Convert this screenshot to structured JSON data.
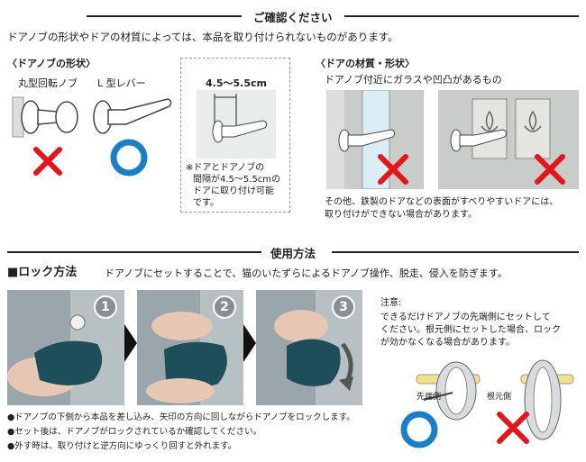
{
  "confirm_section": {
    "title": "ご確認ください",
    "intro": "ドアノブの形状やドアの材質によっては、本品を取り付けられないものがあります。"
  },
  "knob_shape": {
    "heading": "〈ドアノブの形状〉",
    "round_label": "丸型回転ノブ",
    "lever_label": "L 型レバー",
    "measure": "4.5〜5.5cm",
    "note_1": "※ドアとドアノブの",
    "note_2": "間隔が4.5〜5.5cmの",
    "note_3": "ドアに取り付け可能",
    "note_4": "です。"
  },
  "door_material": {
    "heading": "〈ドアの材質・形状〉",
    "sub": "ドアノブ付近にガラスや凹凸があるもの",
    "note_1": "その他、鉄製のドアなどの表面がすべりやすいドアには、",
    "note_2": "取り付けができない場合があります。"
  },
  "usage_section": {
    "title": "使用方法",
    "lock_title": "■ロック方法",
    "lock_desc": "ドアノブにセットすることで、猫のいたずらによるドアノブ操作、脱走、侵入を防ぎます。",
    "steps": [
      "1",
      "2",
      "3"
    ],
    "bullet_1": "●ドアノブの下側から本品を差し込み、矢印の方向に回しながらドアノブをロックします。",
    "bullet_2": "●セット後は、ドアノブがロックされているか確認してください。",
    "bullet_3": "●外す時は、取り付けと逆方向にゆっくり回すと外れます。"
  },
  "caution": {
    "heading": "注意:",
    "line_1": "できるだけドアノブの先端側にセットして",
    "line_2": "ください。根元側にセットした場合、ロック",
    "line_3": "が効かなくなる場合があります。",
    "tip_label": "先端側",
    "base_label": "根元側"
  },
  "colors": {
    "ok": "#1a7fc4",
    "ng": "#e2161c",
    "product": "#1d4e5a"
  }
}
